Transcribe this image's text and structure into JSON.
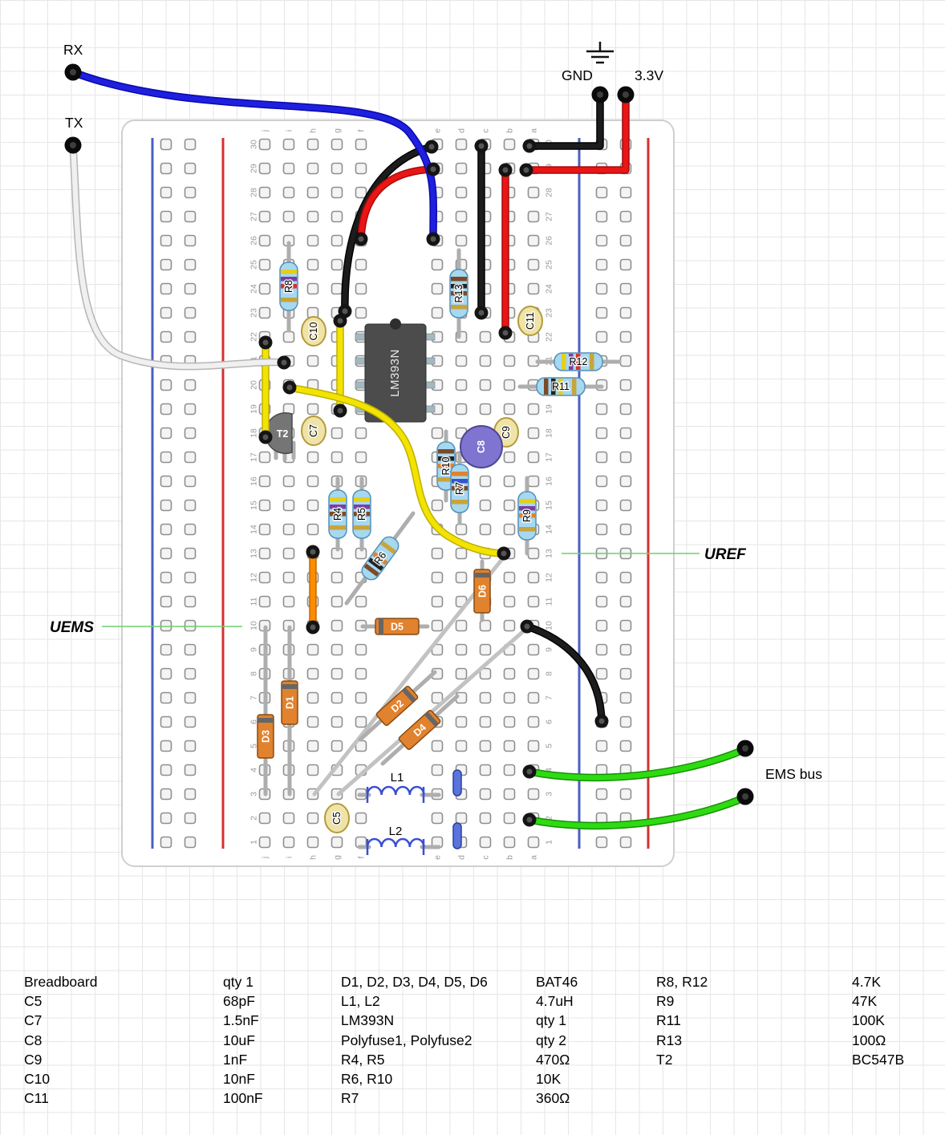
{
  "labels": {
    "rx": "RX",
    "tx": "TX",
    "gnd": "GND",
    "v33": "3.3V",
    "ems_bus": "EMS bus",
    "uref": "UREF",
    "uems": "UEMS"
  },
  "components": {
    "ic": "LM393N",
    "t2": "T2",
    "r4": "R4",
    "r5": "R5",
    "r6": "R6",
    "r7": "R7",
    "r8": "R8",
    "r9": "R9",
    "r10": "R10",
    "r11": "R11",
    "r12": "R12",
    "r13": "R13",
    "c5": "C5",
    "c7": "C7",
    "c8": "C8",
    "c9": "C9",
    "c10": "C10",
    "c11": "C11",
    "d1": "D1",
    "d2": "D2",
    "d3": "D3",
    "d4": "D4",
    "d5": "D5",
    "d6": "D6",
    "l1": "L1",
    "l2": "L2"
  },
  "breadboard": {
    "rows": 30,
    "letters": [
      "j",
      "i",
      "h",
      "g",
      "f",
      "e",
      "d",
      "c",
      "b",
      "a"
    ]
  },
  "parts_list": {
    "rows": [
      [
        "Breadboard",
        "qty 1",
        "D1, D2, D3, D4, D5, D6",
        "BAT46",
        "R8, R12",
        "4.7K"
      ],
      [
        "C5",
        "68pF",
        "L1, L2",
        "4.7uH",
        "R9",
        "47K"
      ],
      [
        "C7",
        "1.5nF",
        "LM393N",
        "qty 1",
        "R11",
        "100K"
      ],
      [
        "C8",
        "10uF",
        "Polyfuse1, Polyfuse2",
        "qty 2",
        "R13",
        "100Ω"
      ],
      [
        "C9",
        "1nF",
        "R4, R5",
        "470Ω",
        "T2",
        "BC547B"
      ],
      [
        "C10",
        "10nF",
        "R6, R10",
        "10K",
        "",
        ""
      ],
      [
        "C11",
        "100nF",
        "R7",
        "360Ω",
        "",
        ""
      ]
    ]
  }
}
